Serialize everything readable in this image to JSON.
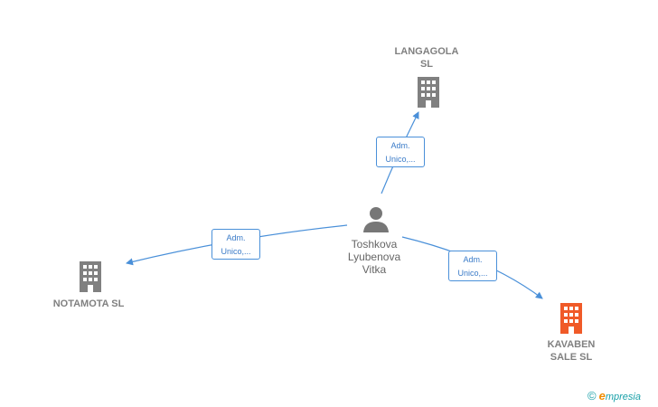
{
  "colors": {
    "edge": "#4a90d9",
    "company_gray": "#808080",
    "company_highlight": "#f05a28",
    "person": "#777777"
  },
  "nodes": {
    "langagola": {
      "label": "LANGAGOLA\nSL",
      "icon": "building-icon"
    },
    "notamota": {
      "label": "NOTAMOTA  SL",
      "icon": "building-icon"
    },
    "kavaben": {
      "label": "KAVABEN\nSALE  SL",
      "icon": "building-icon"
    },
    "person": {
      "label": "Toshkova\nLyubenova\nVitka",
      "icon": "person-icon"
    }
  },
  "edges": {
    "to_langagola": "Adm.\nUnico,...",
    "to_notamota": "Adm.\nUnico,...",
    "to_kavaben": "Adm.\nUnico,..."
  },
  "brand": {
    "copyright": "©",
    "initial": "e",
    "name": "mpresia"
  }
}
